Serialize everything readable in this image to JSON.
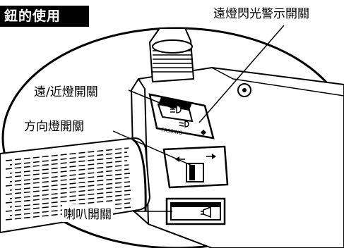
{
  "title": {
    "text": "鈕的使用"
  },
  "labels": {
    "passing_flash_switch": "遠燈閃光警示開關",
    "dimmer_switch": "遠/近燈開關",
    "turn_signal_switch": "方向燈開關",
    "horn_switch": "喇叭開關"
  },
  "switch_panel": {
    "passing_text": "PASSING"
  },
  "colors": {
    "ink": "#000000",
    "paper": "#ffffff",
    "title_bg": "#000000",
    "title_fg": "#ffffff"
  }
}
